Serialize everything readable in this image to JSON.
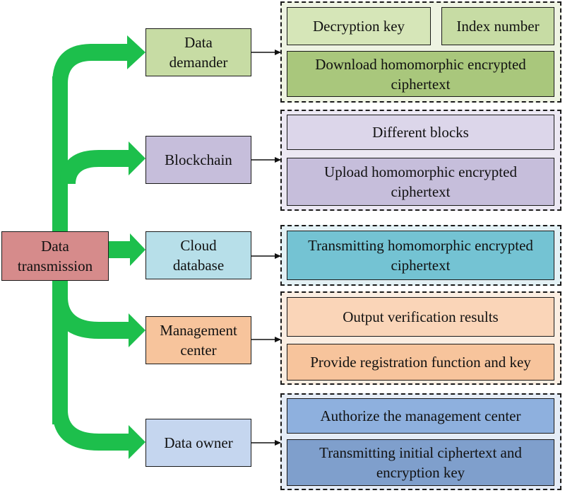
{
  "colors": {
    "arrow": "#1dbf4c",
    "connector": "#111111"
  },
  "root": {
    "label": "Data\ntransmission",
    "fill": "#d68b8b"
  },
  "entities": [
    {
      "id": "data-demander",
      "label": "Data\ndemander",
      "fill": "#c7dca4",
      "group_fill": "#eef3e2",
      "items": [
        {
          "label": "Decryption key",
          "fill": "#d6e6b8"
        },
        {
          "label": "Index number",
          "fill": "#c7dca4"
        },
        {
          "label": "Download homomorphic encrypted\nciphertext",
          "fill": "#a9c77c"
        }
      ]
    },
    {
      "id": "blockchain",
      "label": "Blockchain",
      "fill": "#c6bedb",
      "group_fill": "#ece8f3",
      "items": [
        {
          "label": "Different blocks",
          "fill": "#dcd6ea"
        },
        {
          "label": "Upload homomorphic encrypted\nciphertext",
          "fill": "#c6bedb"
        }
      ]
    },
    {
      "id": "cloud-database",
      "label": "Cloud\ndatabase",
      "fill": "#b7dfe9",
      "group_fill": "#e3f1f5",
      "items": [
        {
          "label": "Transmitting homomorphic encrypted\nciphertext",
          "fill": "#74c3d3"
        }
      ]
    },
    {
      "id": "management-center",
      "label": "Management\ncenter",
      "fill": "#f7c49c",
      "group_fill": "#fbeee2",
      "items": [
        {
          "label": "Output verification results",
          "fill": "#fad5b8"
        },
        {
          "label": "Provide registration function and key",
          "fill": "#f7c49c"
        }
      ]
    },
    {
      "id": "data-owner",
      "label": "Data owner",
      "fill": "#c5d6ef",
      "group_fill": "#e5ecf6",
      "items": [
        {
          "label": "Authorize the management center",
          "fill": "#8eb0de"
        },
        {
          "label": "Transmitting initial ciphertext and\nencryption key",
          "fill": "#7f9fcc"
        }
      ]
    }
  ]
}
